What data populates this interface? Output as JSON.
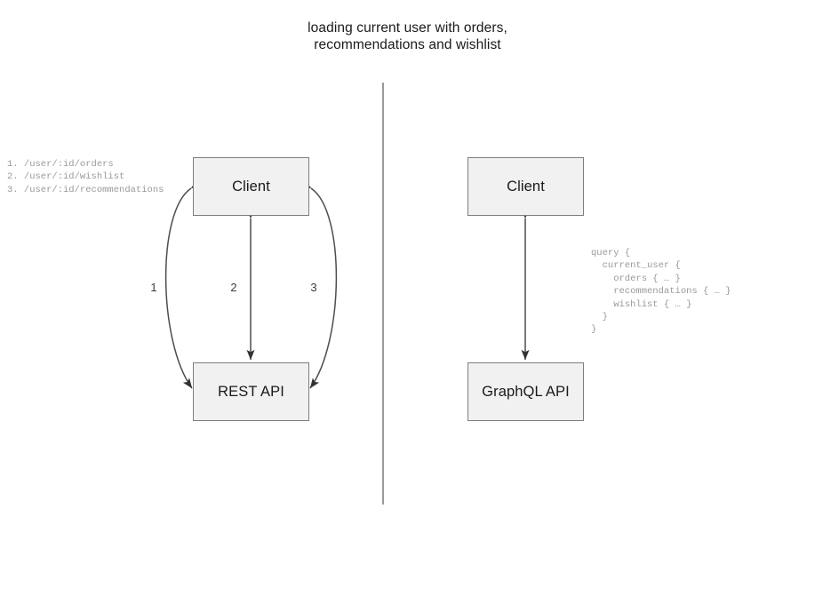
{
  "title": "loading current user with orders,\nrecommendations and wishlist",
  "diagram": {
    "left_panel": {
      "client_label": "Client",
      "api_label": "REST API",
      "endpoints_text": "1. /user/:id/orders\n2. /user/:id/wishlist\n3. /user/:id/recommendations",
      "endpoints": [
        {
          "number": "1.",
          "path": "/user/:id/orders"
        },
        {
          "number": "2.",
          "path": "/user/:id/wishlist"
        },
        {
          "number": "3.",
          "path": "/user/:id/recommendations"
        }
      ],
      "arrow_labels": [
        "1",
        "2",
        "3"
      ]
    },
    "right_panel": {
      "client_label": "Client",
      "api_label": "GraphQL API",
      "query_text": "query {\n  current_user {\n    orders { … }\n    recommendations { … }\n    wishlist { … }\n  }\n}",
      "query_lines": [
        "query {",
        "  current_user {",
        "    orders { … }",
        "    recommendations { … }",
        "    wishlist { … }",
        "  }",
        "}"
      ]
    }
  },
  "colors": {
    "background": "#ffffff",
    "node_fill": "#f1f1f1",
    "node_border": "#7d7d7d",
    "edge_stroke": "#4d4d4d",
    "divider": "#808080",
    "code_text": "#9a9a9a",
    "title_text": "#1a1a1a"
  }
}
